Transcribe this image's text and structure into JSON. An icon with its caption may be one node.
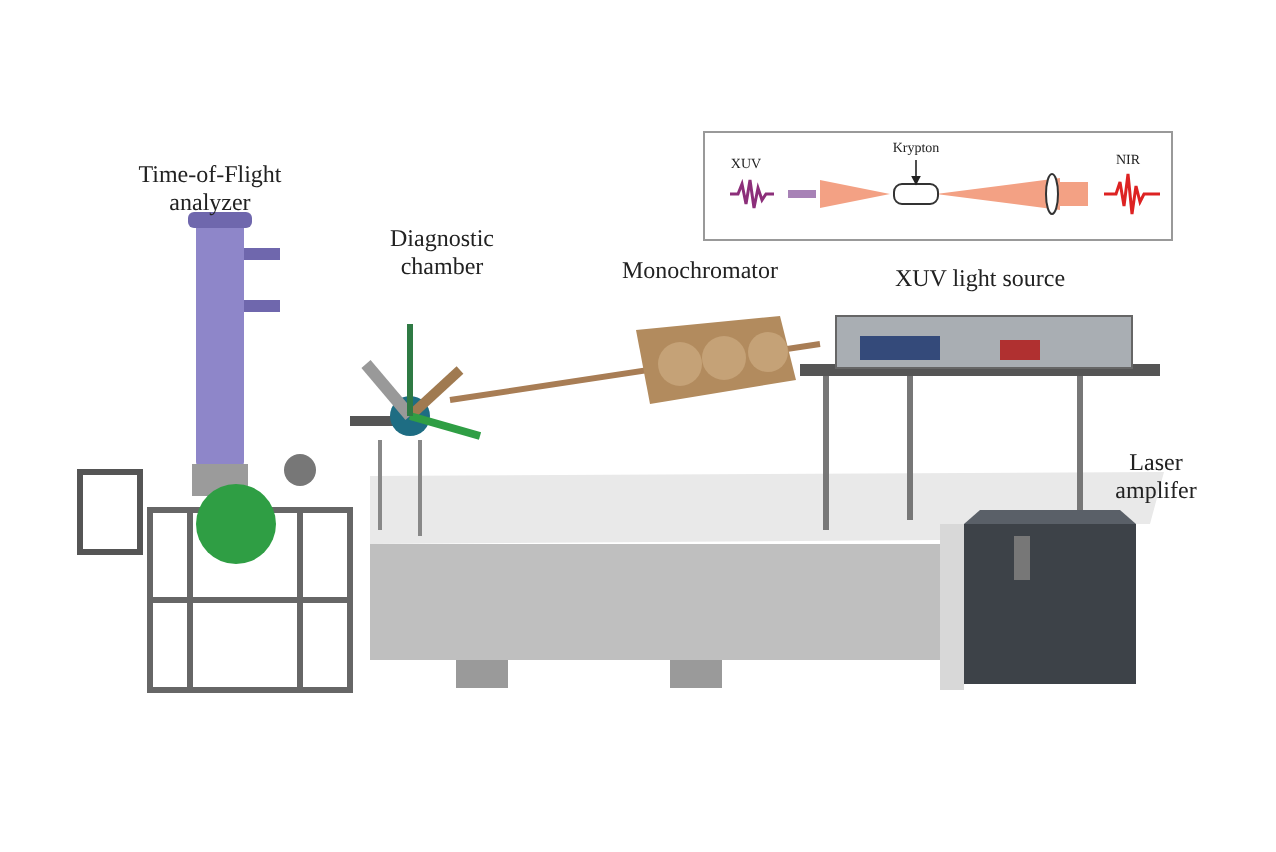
{
  "diagram": {
    "nodes": [
      {
        "text": [
          "Krypton"
        ]
      },
      {
        "text": [],
        "shape": "cylinder"
      }
    ],
    "edges": [
      {
        "from": 0,
        "to": 1,
        "arrow": "to"
      }
    ],
    "labels": [
      "Time-of-Flight analyzer",
      "XUV",
      "NIR",
      "Diagnostic chamber",
      "Monochromator",
      "XUV light source",
      "Laser amplifer"
    ]
  }
}
